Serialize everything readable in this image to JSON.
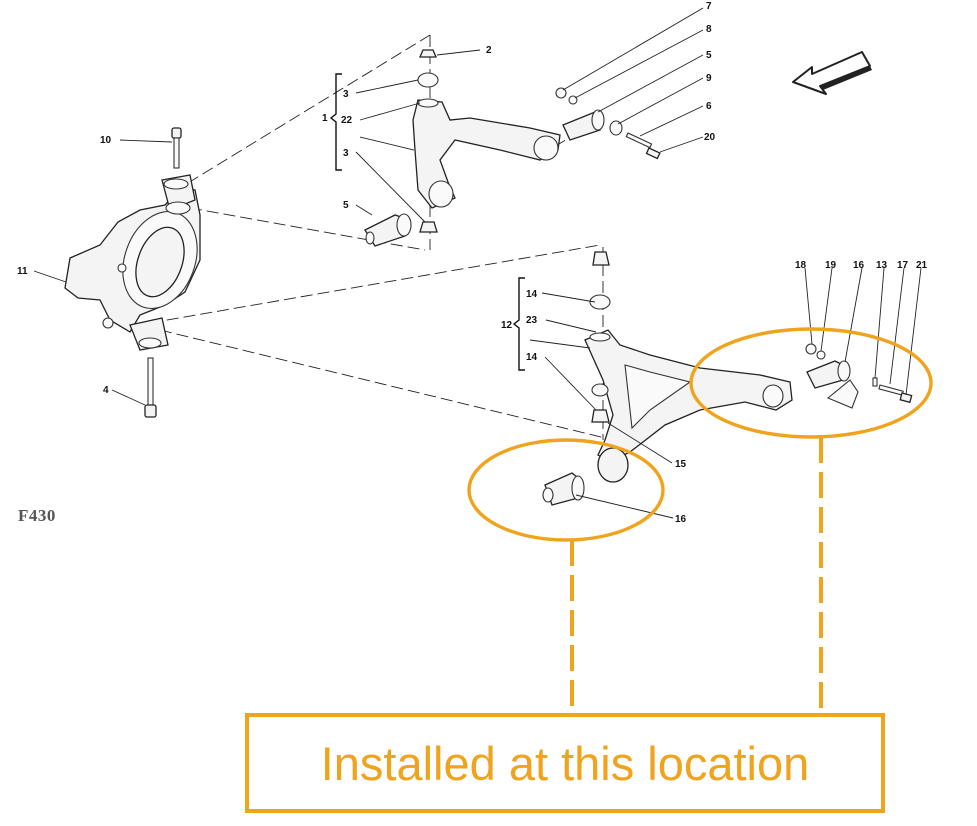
{
  "diagram": {
    "logo": "F430",
    "callout": "Installed at this location",
    "arrow_icon": "direction-arrow-icon",
    "highlight_color": "#f0a31c",
    "labels": {
      "n1": "1",
      "n2": "2",
      "n3a": "3",
      "n3b": "3",
      "n4": "4",
      "n5a": "5",
      "n5b": "5",
      "n6": "6",
      "n7": "7",
      "n8": "8",
      "n9": "9",
      "n10": "10",
      "n11": "11",
      "n12": "12",
      "n13": "13",
      "n14a": "14",
      "n14b": "14",
      "n15": "15",
      "n16a": "16",
      "n16b": "16",
      "n17": "17",
      "n18": "18",
      "n19": "19",
      "n20": "20",
      "n21": "21",
      "n22": "22",
      "n23": "23"
    }
  }
}
